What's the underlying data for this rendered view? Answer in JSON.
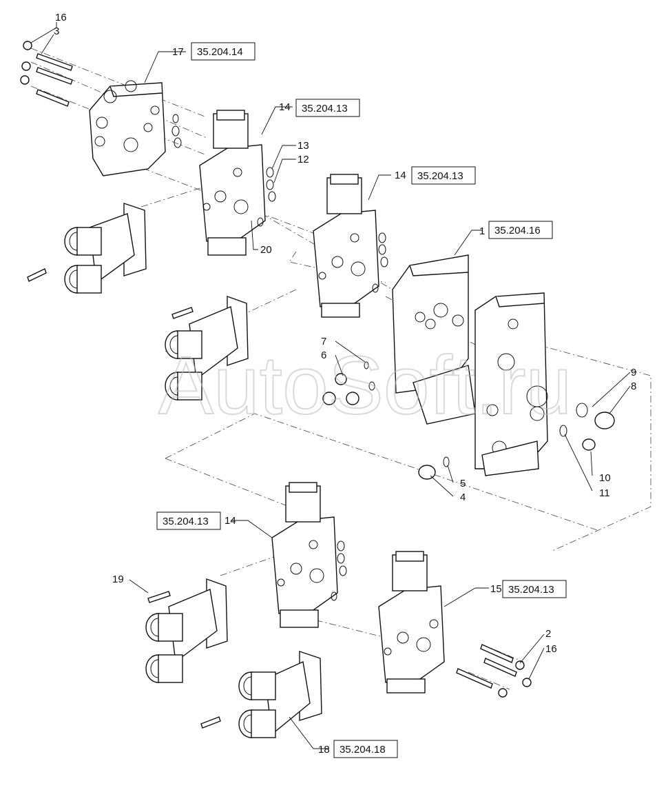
{
  "callouts": {
    "c1": "1",
    "c2": "2",
    "c3": "3",
    "c4": "4",
    "c5": "5",
    "c6": "6",
    "c7": "7",
    "c8": "8",
    "c9": "9",
    "c10": "10",
    "c11": "11",
    "c12": "12",
    "c13": "13",
    "c14": "14",
    "c15": "15",
    "c16a": "16",
    "c16b": "16",
    "c17": "17",
    "c18": "18",
    "c19": "19",
    "c20": "20"
  },
  "refs": {
    "r17": "35.204.14",
    "r14a": "35.204.13",
    "r14b": "35.204.13",
    "r1": "35.204.16",
    "r14c": "35.204.13",
    "r15": "35.204.13",
    "r18": "35.204.18"
  },
  "watermark": "AutoSoft.ru"
}
